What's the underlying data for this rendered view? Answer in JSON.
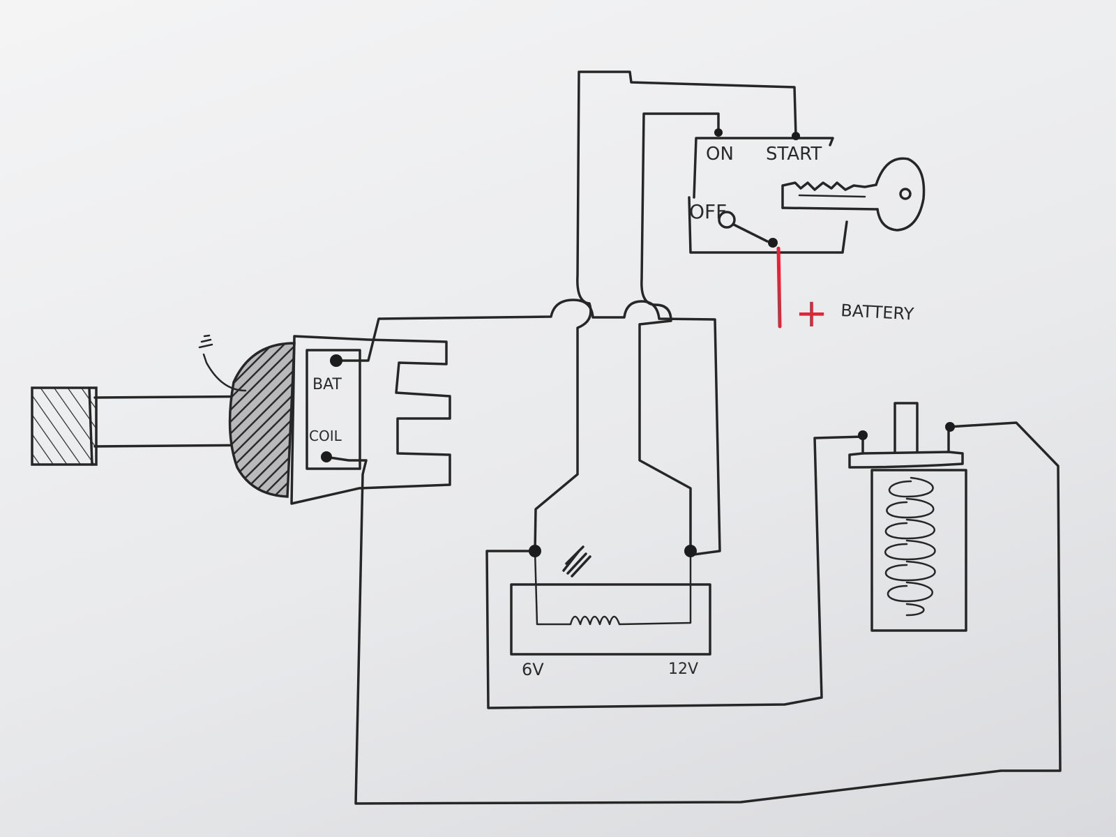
{
  "labels": {
    "switch_on": "ON",
    "switch_start": "START",
    "switch_off": "OFF",
    "battery_positive": "+",
    "battery_label": "BATTERY",
    "alt_bat": "BAT",
    "alt_coil": "COIL",
    "resistor_6v": "6V",
    "resistor_12v": "12V"
  },
  "colors": {
    "ink": "#262626",
    "battery_wire": "#e0243a"
  }
}
